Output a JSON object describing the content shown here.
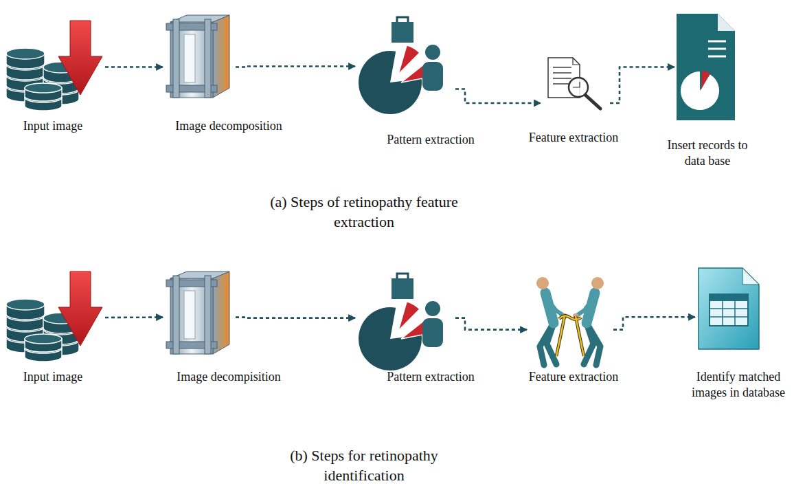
{
  "diagram": {
    "nodes": [
      {
        "text": [
          "Input image"
        ]
      },
      {
        "text": [
          "Image decomposition"
        ]
      },
      {
        "text": [
          "Pattern extraction"
        ]
      },
      {
        "text": [
          "Feature extraction"
        ]
      },
      {
        "text": [
          "Insert records to data base"
        ]
      },
      {
        "text": [
          "Input image"
        ]
      },
      {
        "text": [
          "Image decompisition"
        ]
      },
      {
        "text": [
          "Pattern extraction"
        ]
      },
      {
        "text": [
          "Feature extraction"
        ]
      },
      {
        "text": [
          "Identify matched images in database"
        ]
      }
    ],
    "edges": [
      {
        "from": 0,
        "to": 1,
        "arrow": "to"
      },
      {
        "from": 1,
        "to": 2,
        "arrow": "to"
      },
      {
        "from": 2,
        "to": 3,
        "arrow": "to"
      },
      {
        "from": 3,
        "to": 4,
        "arrow": "to"
      },
      {
        "from": 5,
        "to": 6,
        "arrow": "to"
      },
      {
        "from": 6,
        "to": 7,
        "arrow": "to"
      },
      {
        "from": 7,
        "to": 8,
        "arrow": "to"
      },
      {
        "from": 8,
        "to": 9,
        "arrow": "to"
      }
    ],
    "labels": [
      "(a) Steps of retinopathy feature extraction",
      "(b) Steps for retinopathy identification"
    ]
  }
}
